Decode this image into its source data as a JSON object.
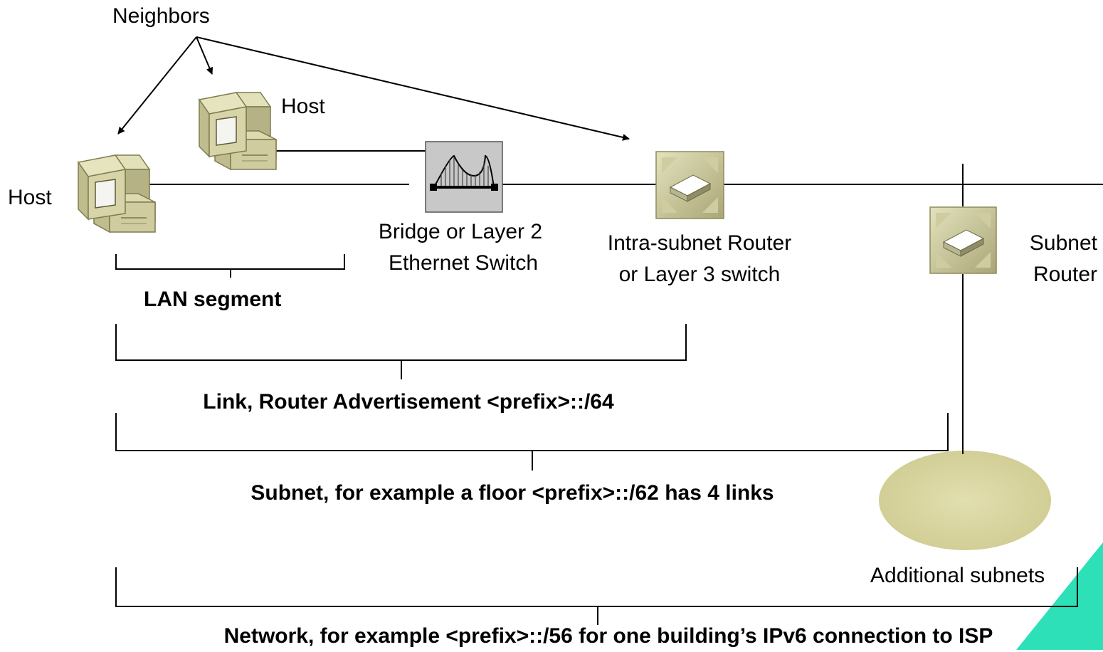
{
  "labels": {
    "neighbors": "Neighbors",
    "host_left": "Host",
    "host_top": "Host",
    "bridge_line1": "Bridge or Layer 2",
    "bridge_line2": "Ethernet Switch",
    "intra_router_line1": "Intra-subnet Router",
    "intra_router_line2": "or Layer 3 switch",
    "subnet_router_line1": "Subnet",
    "subnet_router_line2": "Router",
    "lan_segment": "LAN segment",
    "link": "Link, Router Advertisement <prefix>::/64",
    "subnet": "Subnet, for example a floor <prefix>::/62 has 4 links",
    "additional_subnets": "Additional subnets",
    "network": "Network, for example <prefix>::/56 for one building’s IPv6 connection to ISP"
  },
  "icons": {
    "host": "desktop-computer-icon",
    "bridge": "bridge-icon",
    "router": "layer3-switch-icon",
    "cloud": "subnet-cloud-icon"
  },
  "colors": {
    "device_fill": "#d4d3a6",
    "device_edge": "#8e8c5a",
    "bridge_fill": "#c8c8c8",
    "cloud_fill": "#ddd9a8",
    "accent_corner": "#2de0b8",
    "line": "#000000"
  }
}
